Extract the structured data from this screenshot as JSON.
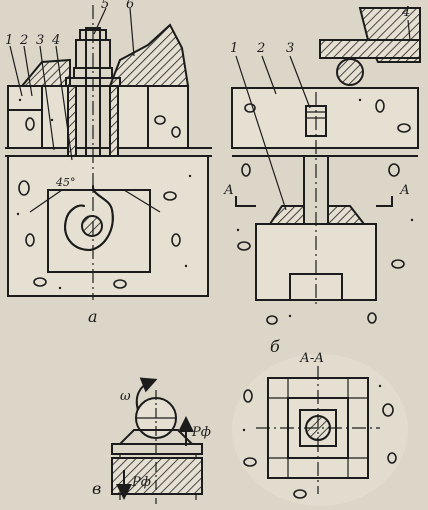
{
  "panel_a": {
    "callouts": [
      "1",
      "2",
      "3",
      "4",
      "5",
      "6"
    ],
    "angle": "45°",
    "caption": "а"
  },
  "panel_b": {
    "callouts": [
      "1",
      "2",
      "3",
      "4"
    ],
    "section_marks": [
      "А",
      "А"
    ],
    "caption": "б"
  },
  "panel_aa": {
    "title": "А-А"
  },
  "panel_v": {
    "omega": "ω",
    "force_top": "Pф",
    "force_bottom": "Pф",
    "caption": "в"
  }
}
